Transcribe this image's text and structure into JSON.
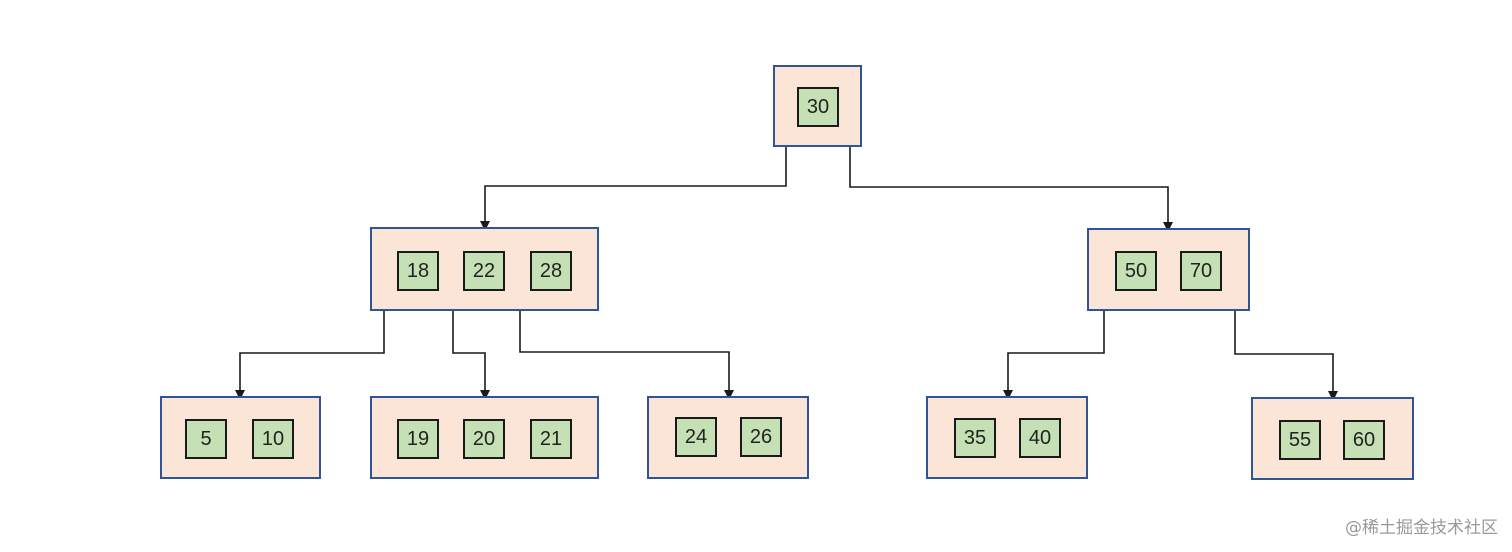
{
  "tree": {
    "root": {
      "keys": [
        "30"
      ]
    },
    "level1": [
      {
        "keys": [
          "18",
          "22",
          "28"
        ]
      },
      {
        "keys": [
          "50",
          "70"
        ]
      }
    ],
    "level2": [
      {
        "keys": [
          "5",
          "10"
        ]
      },
      {
        "keys": [
          "19",
          "20",
          "21"
        ]
      },
      {
        "keys": [
          "24",
          "26"
        ]
      },
      {
        "keys": [
          "35",
          "40"
        ]
      },
      {
        "keys": [
          "55",
          "60"
        ]
      }
    ]
  },
  "colors": {
    "node_fill": "#fbe5d6",
    "node_border": "#2f5597",
    "key_fill": "#c5e0b4",
    "key_border": "#1a1a1a",
    "edge": "#1a1a1a"
  },
  "watermark": "@稀土掘金技术社区"
}
